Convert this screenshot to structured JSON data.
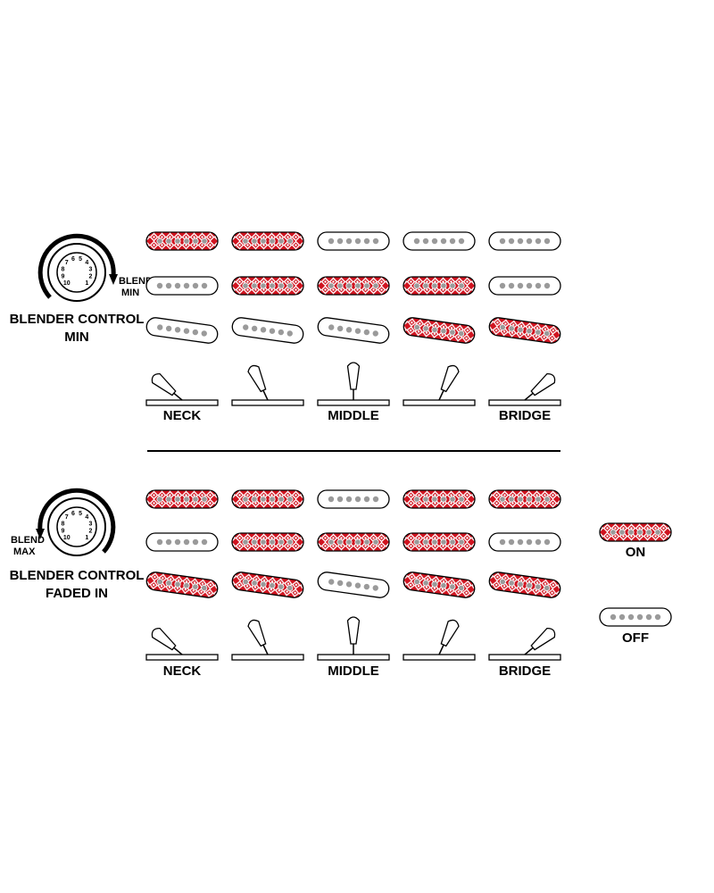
{
  "colors": {
    "on_fill": "#d01420",
    "on_pattern": "#ffffff",
    "off_fill": "#ffffff",
    "pole": "#9a9a9a",
    "outline": "#000000"
  },
  "sections": [
    {
      "id": "min",
      "title_line1": "BLENDER CONTROL",
      "title_line2": "MIN",
      "knob_side_label_line1": "BLEND",
      "knob_side_label_line2": "MIN",
      "knob_numbers": [
        "10",
        "9",
        "8",
        "7",
        "6",
        "5",
        "4",
        "3",
        "2",
        "1"
      ],
      "positions": [
        {
          "label": "NECK",
          "switch": 1,
          "pickups": {
            "neck": "on",
            "middle": "off",
            "bridge": "off"
          }
        },
        {
          "label": "",
          "switch": 2,
          "pickups": {
            "neck": "on",
            "middle": "on",
            "bridge": "off"
          }
        },
        {
          "label": "MIDDLE",
          "switch": 3,
          "pickups": {
            "neck": "off",
            "middle": "on",
            "bridge": "off"
          }
        },
        {
          "label": "",
          "switch": 4,
          "pickups": {
            "neck": "off",
            "middle": "on",
            "bridge": "on"
          }
        },
        {
          "label": "BRIDGE",
          "switch": 5,
          "pickups": {
            "neck": "off",
            "middle": "off",
            "bridge": "on"
          }
        }
      ]
    },
    {
      "id": "max",
      "title_line1": "BLENDER CONTROL",
      "title_line2": "FADED IN",
      "knob_side_label_line1": "BLEND",
      "knob_side_label_line2": "MAX",
      "knob_numbers": [
        "10",
        "9",
        "8",
        "7",
        "6",
        "5",
        "4",
        "3",
        "2",
        "1"
      ],
      "positions": [
        {
          "label": "NECK",
          "switch": 1,
          "pickups": {
            "neck": "on",
            "middle": "off",
            "bridge": "on"
          }
        },
        {
          "label": "",
          "switch": 2,
          "pickups": {
            "neck": "on",
            "middle": "on",
            "bridge": "on"
          }
        },
        {
          "label": "MIDDLE",
          "switch": 3,
          "pickups": {
            "neck": "off",
            "middle": "on",
            "bridge": "off"
          }
        },
        {
          "label": "",
          "switch": 4,
          "pickups": {
            "neck": "on",
            "middle": "on",
            "bridge": "on"
          }
        },
        {
          "label": "BRIDGE",
          "switch": 5,
          "pickups": {
            "neck": "on",
            "middle": "off",
            "bridge": "on"
          }
        }
      ]
    }
  ],
  "legend": {
    "on_label": "ON",
    "off_label": "OFF"
  }
}
